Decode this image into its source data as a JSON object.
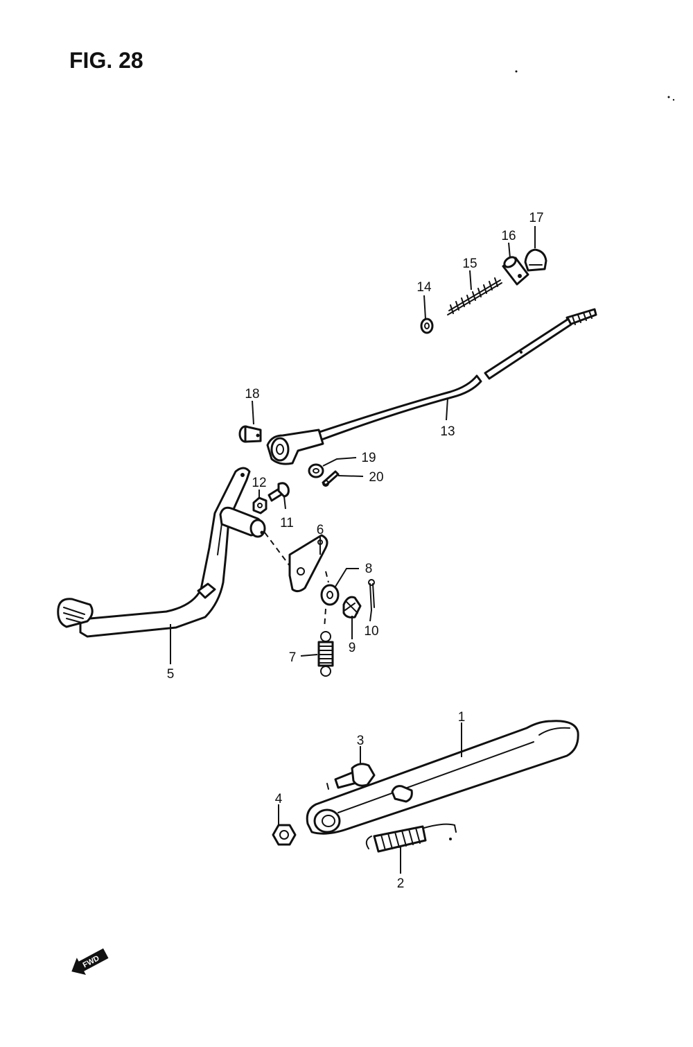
{
  "figure": {
    "title": "FIG. 28"
  },
  "parts": [
    {
      "num": "1"
    },
    {
      "num": "2"
    },
    {
      "num": "3"
    },
    {
      "num": "4"
    },
    {
      "num": "5"
    },
    {
      "num": "6"
    },
    {
      "num": "7"
    },
    {
      "num": "8"
    },
    {
      "num": "9"
    },
    {
      "num": "10"
    },
    {
      "num": "11"
    },
    {
      "num": "12"
    },
    {
      "num": "13"
    },
    {
      "num": "14"
    },
    {
      "num": "15"
    },
    {
      "num": "16"
    },
    {
      "num": "17"
    },
    {
      "num": "18"
    },
    {
      "num": "19"
    },
    {
      "num": "20"
    }
  ],
  "direction_arrow": {
    "label": "FWD",
    "icon": "fwd-arrow-icon"
  }
}
